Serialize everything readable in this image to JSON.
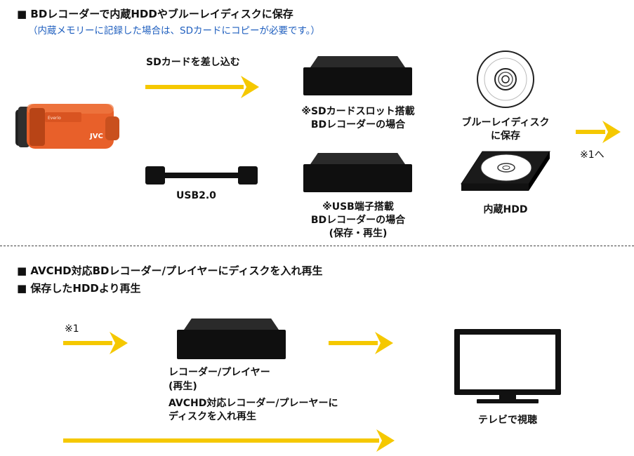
{
  "colors": {
    "arrow": "#f5c800",
    "note": "#1f5fbf",
    "device": "#0f0f0f",
    "camcorder": "#e8602a"
  },
  "section1": {
    "heading": "■ BDレコーダーで内蔵HDDやブルーレイディスクに保存",
    "note": "（内蔵メモリーに記録した場合は、SDカードにコピーが必要です。）"
  },
  "camcorder": {
    "brand": "JVC",
    "icon": "camcorder-icon"
  },
  "sd_path": {
    "label": "SDカードを差し込む"
  },
  "usb_path": {
    "label": "USB2.0",
    "icon": "usb-cable-icon"
  },
  "recorder_sd": {
    "line1": "※SDカードスロット搭載",
    "line2": "BDレコーダーの場合"
  },
  "recorder_usb": {
    "line1": "※USB端子搭載",
    "line2": "BDレコーダーの場合",
    "line3": "(保存・再生)"
  },
  "bluray": {
    "line1": "ブルーレイディスク",
    "line2": "に保存",
    "icon": "disc-icon"
  },
  "hdd": {
    "label": "内蔵HDD",
    "icon": "hdd-icon"
  },
  "ref_out": {
    "label": "※1へ"
  },
  "section2": {
    "heading1": "■ AVCHD対応BDレコーダー/プレイヤーにディスクを入れ再生",
    "heading2": "■ 保存したHDDより再生"
  },
  "ref_in": {
    "label": "※1"
  },
  "player": {
    "line1": "レコーダー/プレイヤー",
    "line2": "(再生)",
    "line3": "AVCHD対応レコーダー/プレーヤーに",
    "line4": "ディスクを入れ再生"
  },
  "tv": {
    "label": "テレビで視聴",
    "icon": "tv-icon"
  }
}
